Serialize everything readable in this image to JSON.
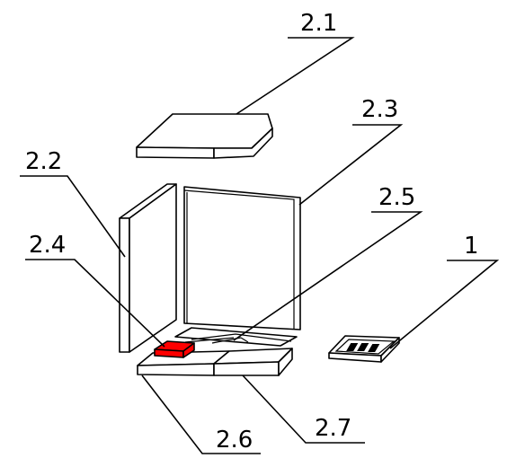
{
  "diagram": {
    "highlight_color": "#ff0000",
    "labels": {
      "p21": "2.1",
      "p22": "2.2",
      "p23": "2.3",
      "p24": "2.4",
      "p25": "2.5",
      "p26": "2.6",
      "p27": "2.7",
      "p1": "1"
    }
  }
}
